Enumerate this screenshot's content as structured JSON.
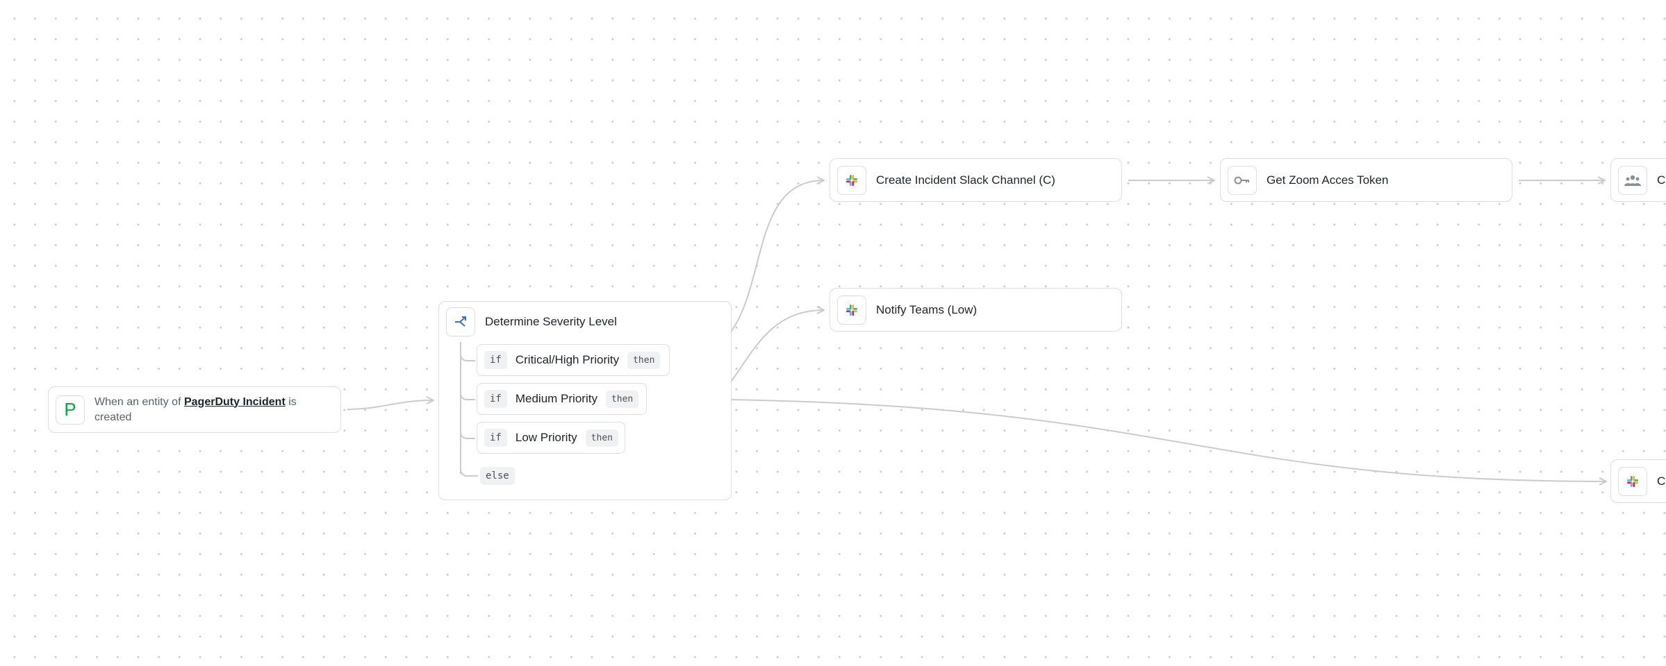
{
  "trigger": {
    "icon": "pagerduty-icon",
    "icon_glyph": "P",
    "prefix": "When an entity of",
    "entity": "PagerDuty Incident",
    "suffix_line1": "is",
    "suffix_line2": "created"
  },
  "branch": {
    "icon": "branch-icon",
    "title": "Determine Severity Level",
    "conditions": [
      {
        "if_keyword": "if",
        "label": "Critical/High Priority",
        "then_keyword": "then"
      },
      {
        "if_keyword": "if",
        "label": "Medium Priority",
        "then_keyword": "then"
      },
      {
        "if_keyword": "if",
        "label": "Low Priority",
        "then_keyword": "then"
      }
    ],
    "else_keyword": "else"
  },
  "actions": [
    {
      "icon": "slack-icon",
      "label": "Create Incident Slack Channel (C)"
    },
    {
      "icon": "key-icon",
      "label": "Get Zoom Acces Token"
    },
    {
      "icon": "users-icon",
      "label": "Cr"
    },
    {
      "icon": "slack-icon",
      "label": "Notify Teams (Low)"
    },
    {
      "icon": "slack-icon",
      "label": "Cr"
    }
  ],
  "colors": {
    "pagerduty_green": "#06ac38",
    "branch_blue": "#2f6fe4",
    "edge_gray": "#c9cbcf",
    "slack_green": "#2eb67d",
    "slack_blue": "#36c5f0",
    "slack_yellow": "#ecb22e",
    "slack_red": "#e01e5a"
  }
}
